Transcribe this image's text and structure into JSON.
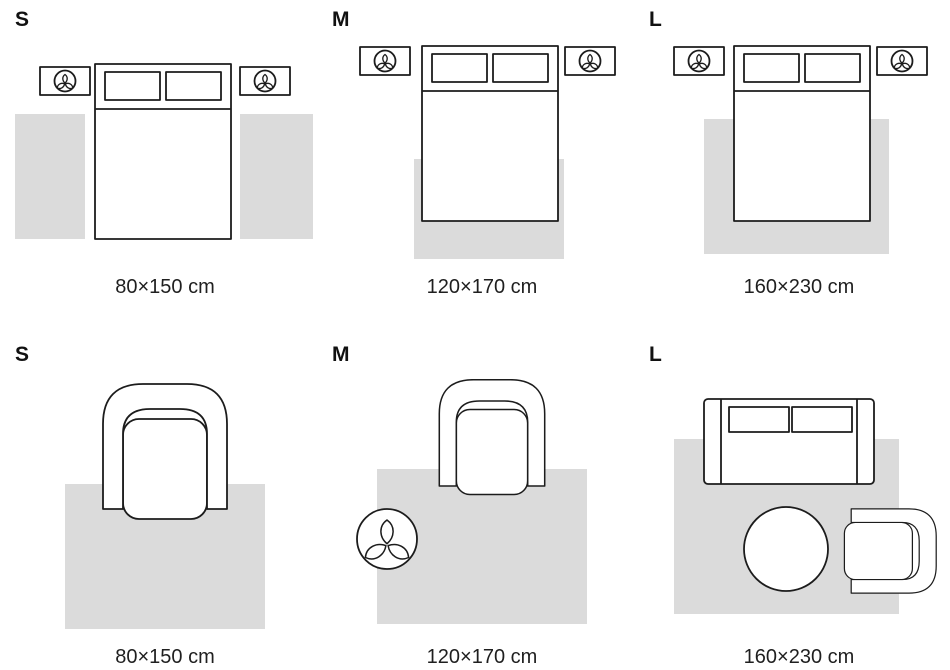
{
  "diagram": {
    "rows": [
      {
        "name": "bedroom-sizes",
        "panels": [
          {
            "size_label": "S",
            "dimensions": "80×150 cm"
          },
          {
            "size_label": "M",
            "dimensions": "120×170 cm"
          },
          {
            "size_label": "L",
            "dimensions": "160×230 cm"
          }
        ]
      },
      {
        "name": "living-room-sizes",
        "panels": [
          {
            "size_label": "S",
            "dimensions": "80×150 cm"
          },
          {
            "size_label": "M",
            "dimensions": "120×170 cm"
          },
          {
            "size_label": "L",
            "dimensions": "160×230 cm"
          }
        ]
      }
    ],
    "icons": {
      "plant": "three-petal plant viewed from top inside a circle",
      "bed": "double bed top view with two pillows",
      "nightstand": "bedside table with potted plant",
      "armchair": "armchair top view",
      "sofa": "two-seat sofa top view",
      "coffee_table": "round coffee table top view",
      "rug": "light gray rectangle rug"
    },
    "colors": {
      "rug_fill": "#dbdbdb",
      "outline": "#1c1c1c",
      "label_text": "#111111",
      "caption_text": "#1f1f1f",
      "background": "#ffffff"
    }
  }
}
